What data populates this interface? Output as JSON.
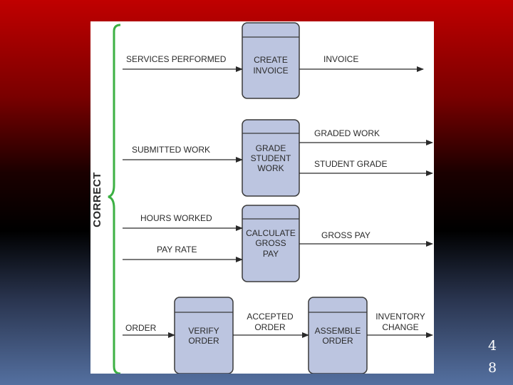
{
  "side_label": "CORRECT",
  "processes": [
    {
      "lines": [
        "CREATE",
        "INVOICE"
      ]
    },
    {
      "lines": [
        "GRADE",
        "STUDENT",
        "WORK"
      ]
    },
    {
      "lines": [
        "CALCULATE",
        "GROSS",
        "PAY"
      ]
    },
    {
      "lines": [
        "VERIFY",
        "ORDER"
      ]
    },
    {
      "lines": [
        "ASSEMBLE",
        "ORDER"
      ]
    }
  ],
  "flows": {
    "services_performed": "SERVICES PERFORMED",
    "invoice": "INVOICE",
    "submitted_work": "SUBMITTED WORK",
    "graded_work": "GRADED WORK",
    "student_grade": "STUDENT GRADE",
    "hours_worked": "HOURS WORKED",
    "pay_rate": "PAY RATE",
    "gross_pay": "GROSS PAY",
    "order": "ORDER",
    "accepted_order": [
      "ACCEPTED",
      "ORDER"
    ],
    "inventory_change": [
      "INVENTORY",
      "CHANGE"
    ]
  },
  "page_number": [
    "4",
    "8"
  ],
  "colors": {
    "process_fill": "#bcc5e0",
    "process_stroke": "#3a3a3a",
    "brace": "#3cb043",
    "arrow": "#2a2a2a"
  }
}
